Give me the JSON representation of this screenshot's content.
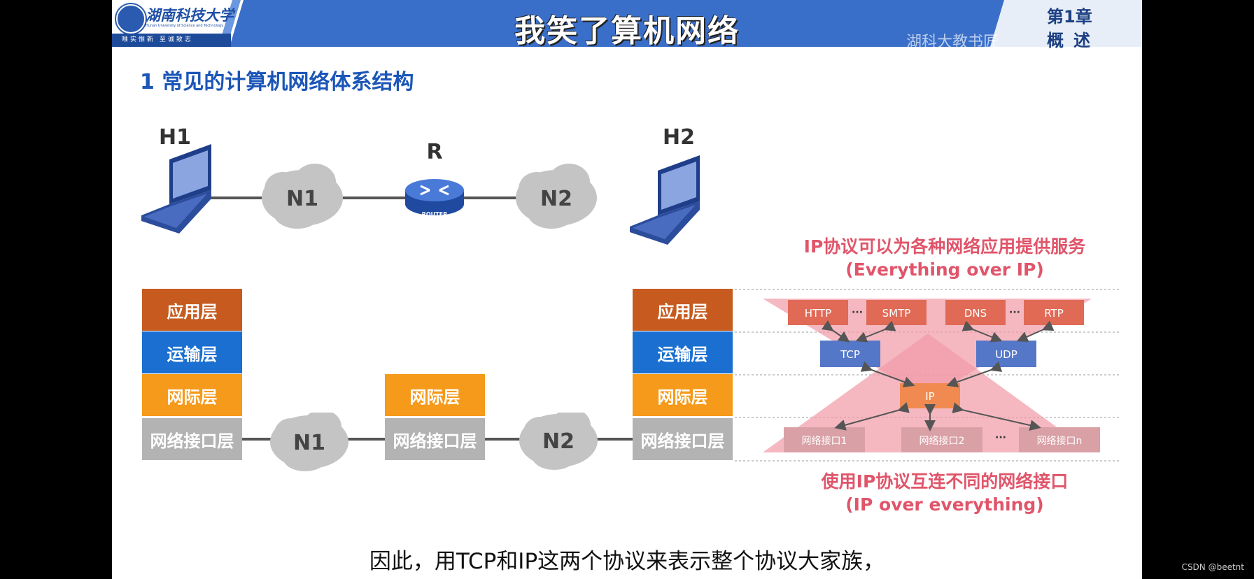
{
  "header": {
    "university_name": "湖南科技大学",
    "university_name_en": "Hunan University of Science and Technology",
    "motto": "唯实惟新 至诚致志",
    "course_title": "我笑了算机网络",
    "watermark": "湖科大教书匠",
    "chapter_label": "第1章",
    "chapter_name": "概述"
  },
  "section_title": "1 常见的计算机网络体系结构",
  "topology": {
    "host_left": "H1",
    "host_right": "H2",
    "router": "R",
    "router_badge": "ROUTER",
    "network_left": "N1",
    "network_right": "N2"
  },
  "stacks": {
    "host_layers": [
      "应用层",
      "运输层",
      "网际层",
      "网络接口层"
    ],
    "router_layers": [
      "网际层",
      "网络接口层"
    ],
    "network_left": "N1",
    "network_right": "N2"
  },
  "hourglass": {
    "caption_top_line1": "IP协议可以为各种网络应用提供服务",
    "caption_top_line2": "(Everything over IP)",
    "caption_bottom_line1": "使用IP协议互连不同的网络接口",
    "caption_bottom_line2": "(IP over everything)",
    "app_protocols": [
      "HTTP",
      "SMTP",
      "DNS",
      "RTP"
    ],
    "transport_protocols": [
      "TCP",
      "UDP"
    ],
    "network_protocol": "IP",
    "interfaces": [
      "网络接口1",
      "网络接口2",
      "网络接口n"
    ],
    "ellipsis": "···"
  },
  "subtitle": "因此，用TCP和IP这两个协议来表示整个协议大家族，",
  "footer_credit": "CSDN @beetnt",
  "colors": {
    "header_blue": "#3a6fc9",
    "title_blue": "#1b56b8",
    "app_layer": "#c75b1f",
    "transport_layer": "#1a6fd0",
    "network_layer": "#f59a1a",
    "interface_layer": "#b3b3b3",
    "caption_pink": "#e0556a"
  }
}
